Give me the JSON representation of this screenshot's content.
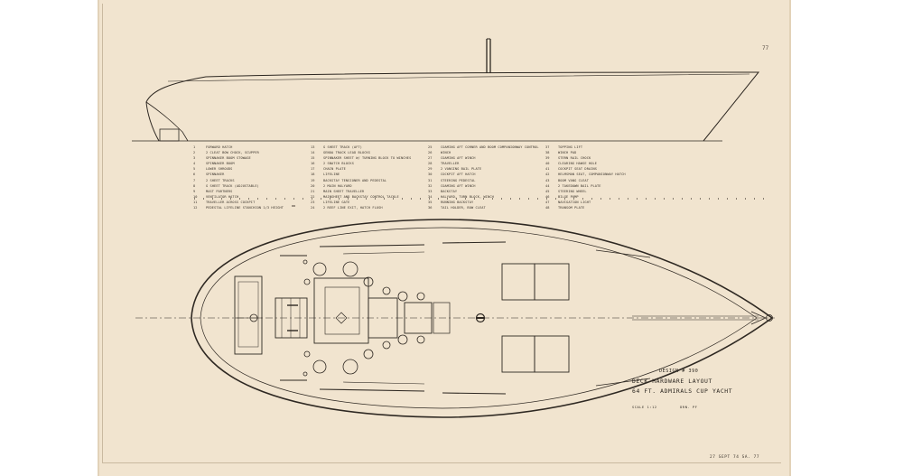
{
  "title_block": {
    "design": "DESIGN # 390",
    "line1": "DECK HARDWARE LAYOUT",
    "line2": "64 FT. ADMIRALS CUP YACHT",
    "scale": "SCALE 1:12",
    "drawn_by": "DRN. PF"
  },
  "corner_mark": "77",
  "date_stamp": "27 SEPT 74 SA. 77",
  "legend": {
    "col1": [
      {
        "num": "1",
        "text": "FORWARD HATCH"
      },
      {
        "num": "2",
        "text": "2 CLEAT BOW CHOCK, SCUPPER"
      },
      {
        "num": "3",
        "text": "SPINNAKER BOOM STOWAGE"
      },
      {
        "num": "4",
        "text": "SPINNAKER BOOM"
      },
      {
        "num": "5",
        "text": "LOWER SHROUDS"
      },
      {
        "num": "6",
        "text": "SPINNAKER"
      },
      {
        "num": "7",
        "text": "2 SHEET TRACKS"
      },
      {
        "num": "8",
        "text": "G SHEET TRACK (ADJUSTABLE)"
      },
      {
        "num": "9",
        "text": "MAST PARTNERS"
      },
      {
        "num": "10",
        "text": "VENTILATOR HATCH"
      },
      {
        "num": "11",
        "text": "TRAVELLER ACROSS COCKPIT"
      },
      {
        "num": "12",
        "text": "PEDESTAL LIFELINE STANCHION 1/3 HEIGHT"
      }
    ],
    "col2": [
      {
        "num": "13",
        "text": "G SHEET TRACK (AFT)"
      },
      {
        "num": "14",
        "text": "GENOA TRACK LEAD BLOCKS"
      },
      {
        "num": "15",
        "text": "SPINNAKER SHEET W/ TURNING BLOCK TO WINCHES"
      },
      {
        "num": "16",
        "text": "2 SNATCH BLOCKS"
      },
      {
        "num": "17",
        "text": "CHAIN PLATE"
      },
      {
        "num": "18",
        "text": "LIFELINE"
      },
      {
        "num": "19",
        "text": "BACKSTAY TENSIONER AND PEDESTAL"
      },
      {
        "num": "20",
        "text": "2 MAIN HALYARD"
      },
      {
        "num": "21",
        "text": "MAIN SHEET TRAVELLER"
      },
      {
        "num": "22",
        "text": "MAINSHEET AND BACKSTAY CONTROL TACKLE"
      },
      {
        "num": "23",
        "text": "LIFELINE GATE"
      },
      {
        "num": "24",
        "text": "2 REEF LINE EXIT, HATCH FLUSH"
      }
    ],
    "col3": [
      {
        "num": "25",
        "text": "COAMING AFT CORNER AND BOOM COMPANIONWAY CONTROL"
      },
      {
        "num": "26",
        "text": "WINCH"
      },
      {
        "num": "27",
        "text": "COAMING AFT WINCH"
      },
      {
        "num": "28",
        "text": "TRAVELLER"
      },
      {
        "num": "29",
        "text": "2 VANGING BAIL PLATE"
      },
      {
        "num": "30",
        "text": "COCKPIT AFT HATCH"
      },
      {
        "num": "31",
        "text": "STEERING PEDESTAL"
      },
      {
        "num": "32",
        "text": "COAMING AFT WINCH"
      },
      {
        "num": "33",
        "text": "BACKSTAY"
      },
      {
        "num": "34",
        "text": "HALYARD, TURN BLOCK, WINCH"
      },
      {
        "num": "35",
        "text": "RUNNING BACKSTAY"
      },
      {
        "num": "36",
        "text": "TAIL HOLDER, BOW CLEAT"
      }
    ],
    "col4": [
      {
        "num": "37",
        "text": "TOPPING LIFT"
      },
      {
        "num": "38",
        "text": "WINCH PAD"
      },
      {
        "num": "39",
        "text": "STERN RAIL CHOCK"
      },
      {
        "num": "40",
        "text": "CLEARING HAWSE HOLE"
      },
      {
        "num": "41",
        "text": "COCKPIT SEAT DRAINS"
      },
      {
        "num": "42",
        "text": "HELMSMAN SEAT, COMPANIONWAY HATCH"
      },
      {
        "num": "43",
        "text": "BOOM VANG CLEAT"
      },
      {
        "num": "44",
        "text": "2 TAKEDOWN BAIL PLATE"
      },
      {
        "num": "45",
        "text": "STEERING WHEEL"
      },
      {
        "num": "46",
        "text": "BILGE PUMP"
      },
      {
        "num": "47",
        "text": "NAVIGATION LIGHT"
      },
      {
        "num": "48",
        "text": "TRANSOM PLATE"
      }
    ]
  }
}
